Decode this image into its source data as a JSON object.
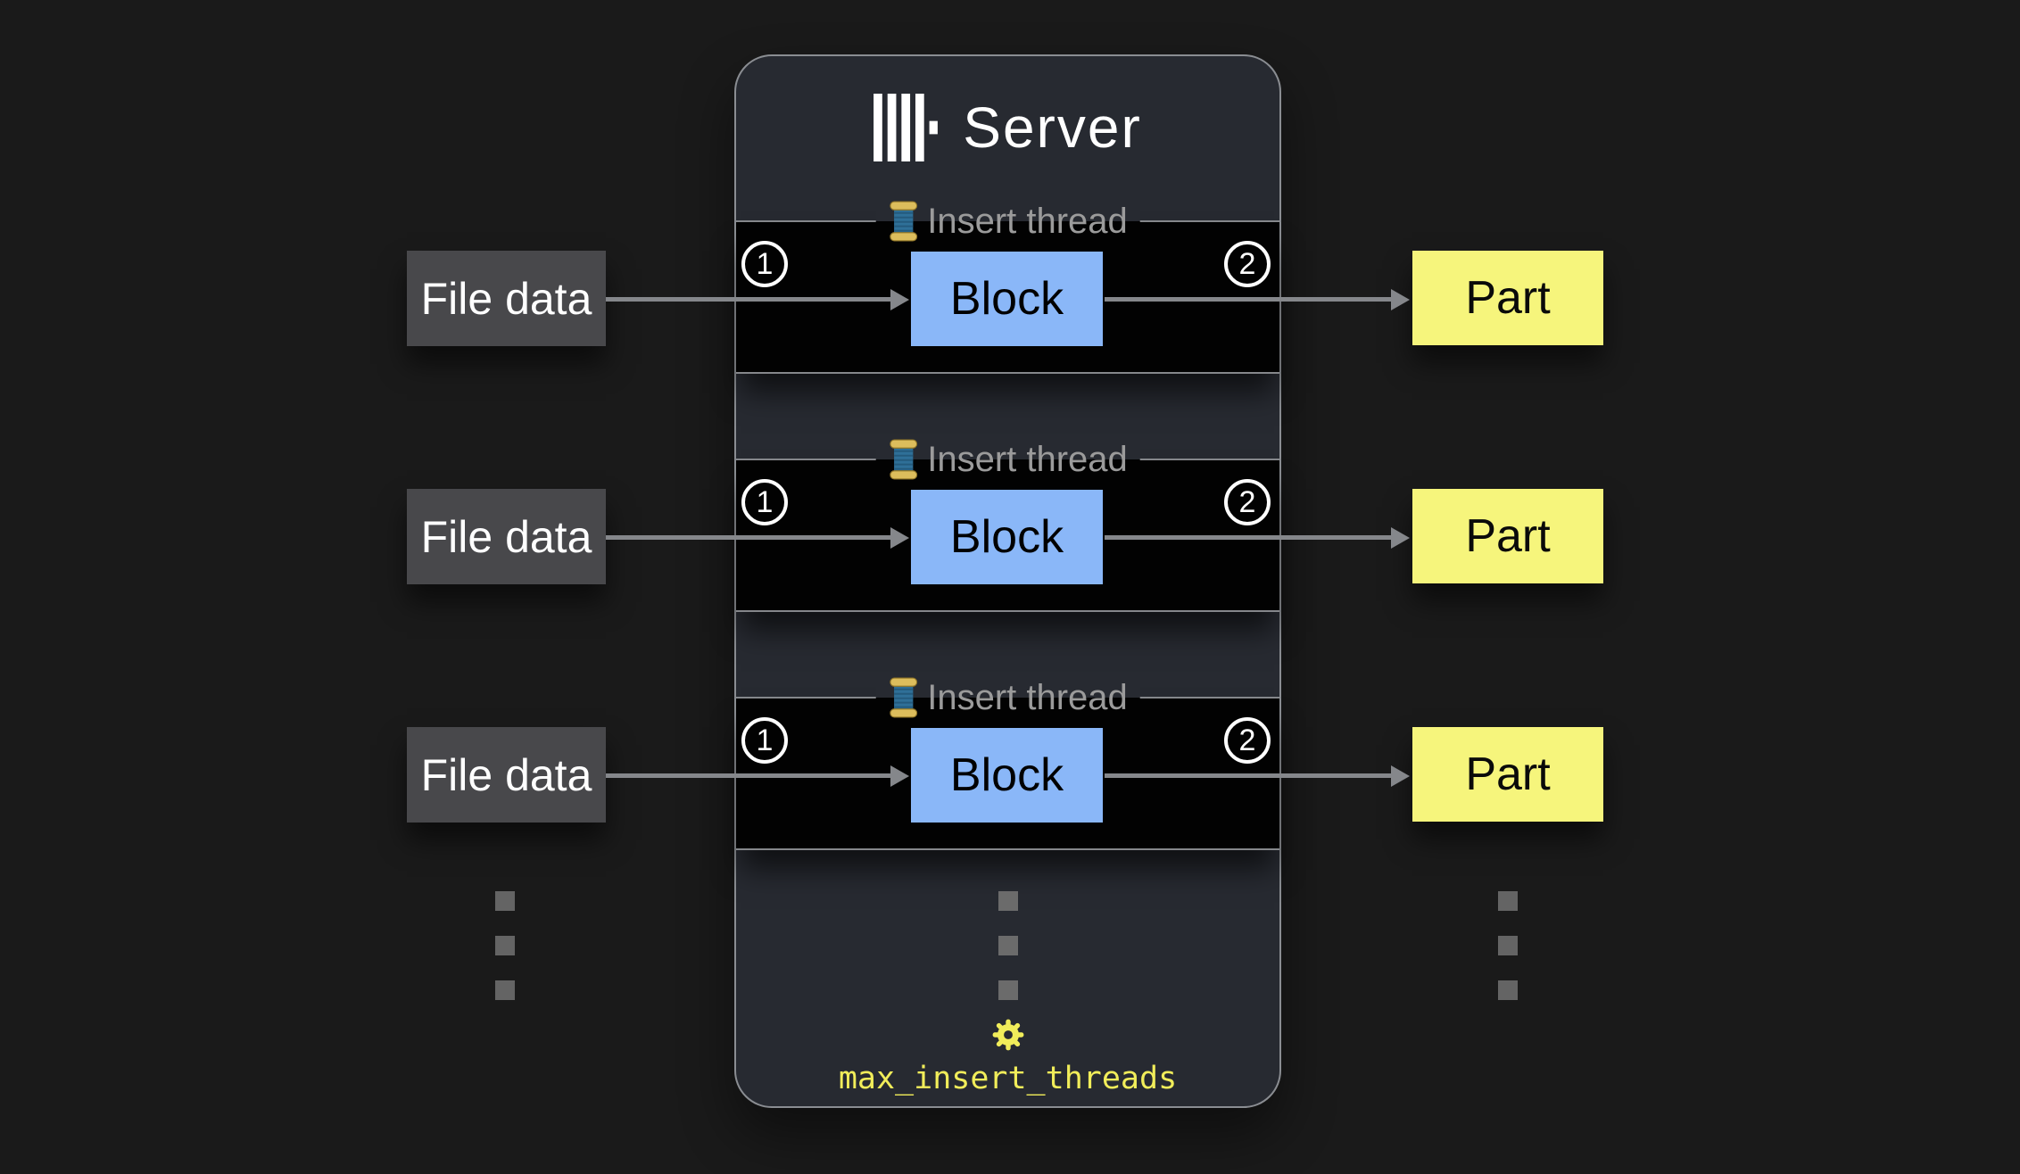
{
  "page": {
    "background_color": "#1a1a1a"
  },
  "server": {
    "title": "Server",
    "logo_icon": "clickhouse-logo",
    "background_color": "#272a31",
    "setting": {
      "icon": "gear-icon",
      "label": "max_insert_threads",
      "color": "#f1ed5a"
    }
  },
  "threads": [
    {
      "legend": "Insert thread",
      "legend_icon": "thread-spool",
      "step_in": "1",
      "block_label": "Block",
      "step_out": "2"
    },
    {
      "legend": "Insert thread",
      "legend_icon": "thread-spool",
      "step_in": "1",
      "block_label": "Block",
      "step_out": "2"
    },
    {
      "legend": "Insert thread",
      "legend_icon": "thread-spool",
      "step_in": "1",
      "block_label": "Block",
      "step_out": "2"
    }
  ],
  "inputs": [
    {
      "label": "File data"
    },
    {
      "label": "File data"
    },
    {
      "label": "File data"
    }
  ],
  "outputs": [
    {
      "label": "Part"
    },
    {
      "label": "Part"
    },
    {
      "label": "Part"
    }
  ],
  "colors": {
    "block_fill": "#8ab7f8",
    "part_fill": "#f6f57c",
    "input_fill": "#48484b",
    "row_fill": "#020202",
    "accent_yellow": "#f1ed5a",
    "arrow_gray": "#85878b",
    "legend_text_gray": "#9b9b9b",
    "dot_gray": "#646464"
  }
}
